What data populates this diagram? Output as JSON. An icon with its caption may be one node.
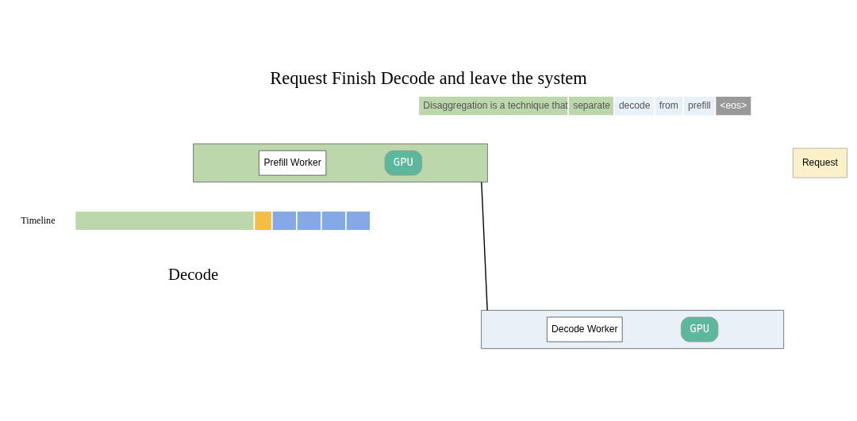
{
  "diagram": {
    "title": "Request Finish Decode and leave the system",
    "nodes": [
      {
        "text": [],
        "shape": "box"
      },
      {
        "text": [
          "Prefill Worker"
        ],
        "in": 0
      },
      {
        "text": [
          "GPU"
        ],
        "in": 0
      },
      {
        "text": [],
        "shape": "box"
      },
      {
        "text": [
          "Decode Worker"
        ],
        "in": 3
      },
      {
        "text": [
          "GPU"
        ],
        "in": 3
      },
      {
        "text": [
          "Request"
        ]
      }
    ],
    "edges": [
      {
        "from": 0,
        "to": 3,
        "arrow": "none"
      }
    ],
    "labels": [
      "Disaggregation is a technique that",
      "separate",
      "decode",
      "from",
      "prefill",
      "<eos>",
      "Timeline",
      "Decode"
    ]
  }
}
